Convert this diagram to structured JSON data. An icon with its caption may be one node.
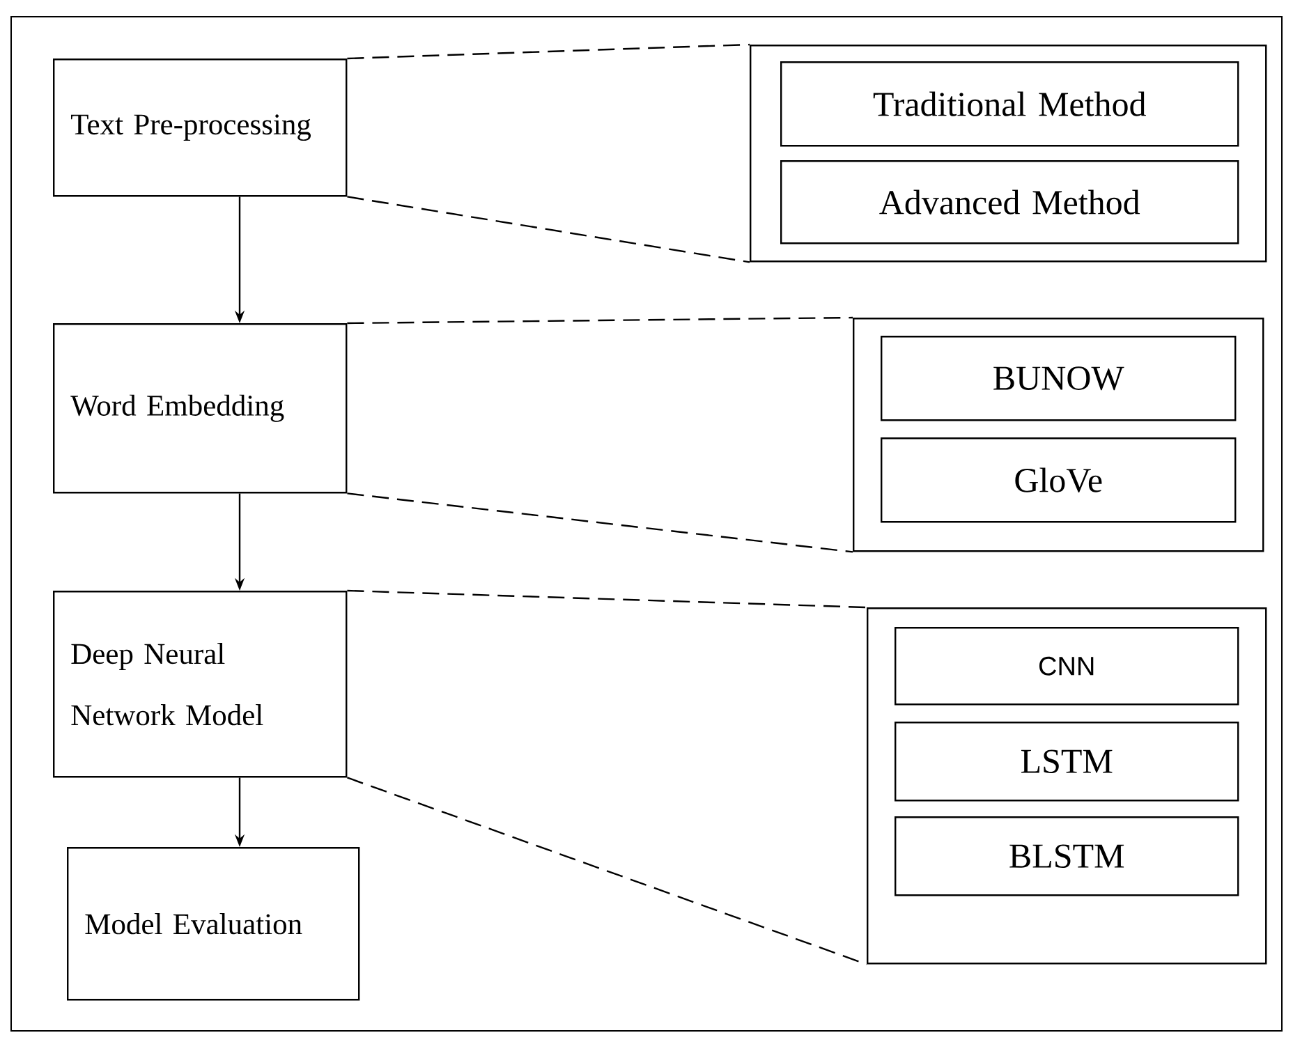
{
  "diagram": {
    "nodes": [
      {
        "text": [
          "Text Pre-processing"
        ]
      },
      {
        "text": [],
        "shape": "box"
      },
      {
        "text": [
          "Traditional Method"
        ],
        "in": 1
      },
      {
        "text": [
          "Advanced Method"
        ],
        "in": 1
      },
      {
        "text": [
          "Word Embedding"
        ]
      },
      {
        "text": [],
        "shape": "box"
      },
      {
        "text": [
          "BUNOW"
        ],
        "in": 5
      },
      {
        "text": [
          "GloVe"
        ],
        "in": 5
      },
      {
        "text": [
          "Deep Neural Network Model"
        ]
      },
      {
        "text": [],
        "shape": "box"
      },
      {
        "text": [
          "CNN"
        ],
        "in": 9
      },
      {
        "text": [
          "LSTM"
        ],
        "in": 9
      },
      {
        "text": [
          "BLSTM"
        ],
        "in": 9
      },
      {
        "text": [
          "Model Evaluation"
        ]
      }
    ],
    "edges": [
      {
        "from": 0,
        "to": 4,
        "arrow": "to"
      },
      {
        "from": 4,
        "to": 8,
        "arrow": "to"
      },
      {
        "from": 8,
        "to": 13,
        "arrow": "to"
      },
      {
        "from": 0,
        "to": 1,
        "arrow": "none",
        "style": "dashed"
      },
      {
        "from": 0,
        "to": 1,
        "arrow": "none",
        "style": "dashed"
      },
      {
        "from": 4,
        "to": 5,
        "arrow": "none",
        "style": "dashed"
      },
      {
        "from": 4,
        "to": 5,
        "arrow": "none",
        "style": "dashed"
      },
      {
        "from": 8,
        "to": 9,
        "arrow": "none",
        "style": "dashed"
      },
      {
        "from": 8,
        "to": 9,
        "arrow": "none",
        "style": "dashed"
      }
    ]
  }
}
